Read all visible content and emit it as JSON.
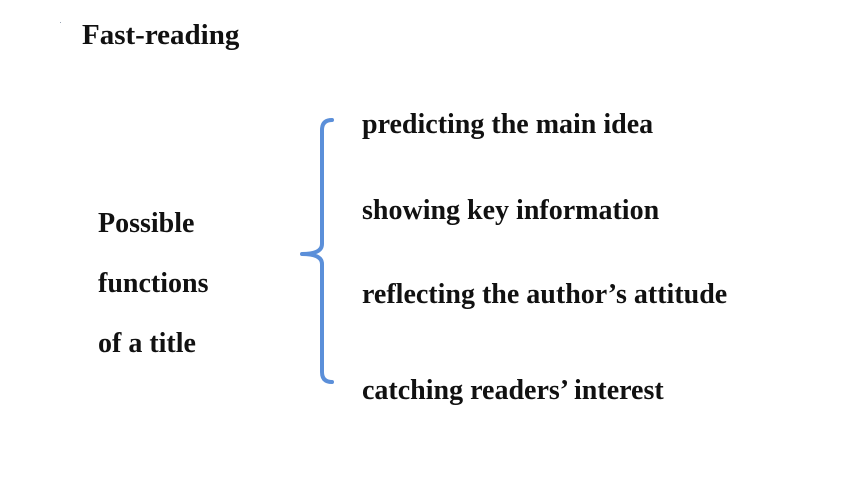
{
  "slide": {
    "title": "Fast-reading"
  },
  "diagram": {
    "left_label": {
      "line1": "Possible",
      "line2": "functions",
      "line3": "of a title"
    },
    "items": [
      "predicting the main idea",
      "showing key information",
      "reflecting the author’s attitude",
      "catching readers’ interest"
    ],
    "colors": {
      "brace": "#5b8fd9",
      "text": "#111111"
    }
  }
}
